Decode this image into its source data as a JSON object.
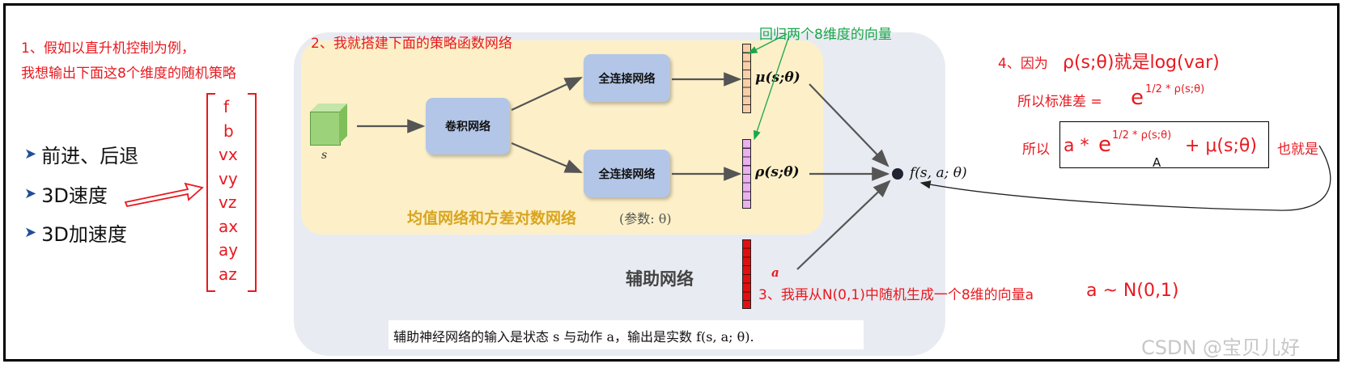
{
  "note1": {
    "line1": "1、假如以直升机控制为例，",
    "line2": "我想输出下面这8个维度的随机策略"
  },
  "dims": [
    "f",
    "b",
    "vx",
    "vy",
    "vz",
    "ax",
    "ay",
    "az"
  ],
  "bullets": [
    "前进、后退",
    "3D速度",
    "3D加速度"
  ],
  "note2": "2、我就搭建下面的策略函数网络",
  "green_note": "回归两个8维度的向量",
  "network": {
    "state_label": "s",
    "conv_label": "卷积网络",
    "fc1_label": "全连接网络",
    "fc2_label": "全连接网络",
    "mu_label": "μ(s;θ)",
    "rho_label": "ρ(s;θ)",
    "f_label": "f(s, a; θ)",
    "a_label": "a",
    "aux_label": "辅助网络",
    "mean_var_label": "均值网络和方差对数网络",
    "param_label": "(参数: θ)",
    "caption": "辅助神经网络的输入是状态 s 与动作 a，输出是实数 f(s, a; θ)."
  },
  "note3": {
    "text": "3、我再从N(0,1)中随机生成一个8维的向量a",
    "dist": "a ~ N(0,1)"
  },
  "note4": {
    "title_prefix": "4、因为",
    "title_formula": "ρ(s;θ)就是log(var)",
    "std_prefix": "所以标准差 =",
    "e": "e",
    "exponent": "1/2 * ρ(s;θ)",
    "therefore": "所以",
    "formula_a": "a *",
    "formula_plus_mu": "+ μ(s;θ)",
    "also": "也就是",
    "A_label": "A"
  },
  "watermark": "CSDN @宝贝儿好",
  "colors": {
    "red": "#e8191f",
    "green": "#1aa74a",
    "blue_box": "#b3c6e8",
    "mu_vector": "#f8cfa6",
    "rho_vector": "#eab0f0",
    "a_vector": "#e01010"
  }
}
